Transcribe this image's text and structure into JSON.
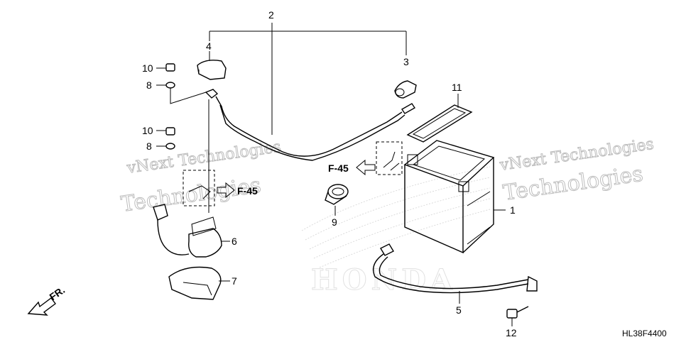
{
  "callouts": {
    "c1": "1",
    "c2": "2",
    "c3": "3",
    "c4": "4",
    "c5": "5",
    "c6": "6",
    "c7": "7",
    "c8a": "8",
    "c8b": "8",
    "c9": "9",
    "c10a": "10",
    "c10b": "10",
    "c11": "11",
    "c12": "12"
  },
  "refs": {
    "left": "F-45",
    "right": "F-45"
  },
  "direction_label": "FR.",
  "diagram_code": "HL38F4400",
  "watermarks": {
    "left_line1": "vNext Technologies",
    "left_line2": "Technologies",
    "right_line1": "vNext Technologies",
    "right_line2": "Technologies"
  },
  "logo_text": "HONDA"
}
